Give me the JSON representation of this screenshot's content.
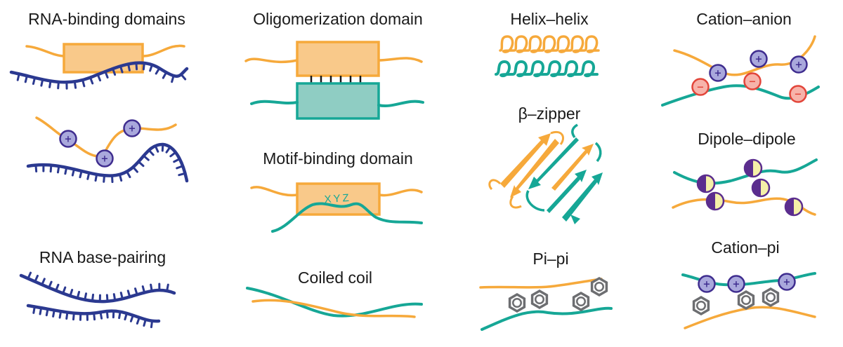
{
  "labels": {
    "rna_binding": "RNA-binding domains",
    "rna_base_pairing": "RNA base-pairing",
    "oligomerization": "Oligomerization domain",
    "motif_binding": "Motif-binding domain",
    "motif_letters": "XYZ",
    "coiled_coil": "Coiled coil",
    "helix_helix": "Helix–helix",
    "beta_zipper": "β–zipper",
    "pi_pi": "Pi–pi",
    "cation_anion": "Cation–anion",
    "dipole_dipole": "Dipole–dipole",
    "cation_pi": "Cation–pi"
  },
  "signs": {
    "plus": "+",
    "minus": "−"
  },
  "colors": {
    "orange": "#f6a93b",
    "orange_fill": "#f9c98a",
    "teal": "#16a796",
    "teal_fill": "#8fcdc3",
    "rna_blue": "#2b3990",
    "cation_fill": "#a9a8dc",
    "cation_stroke": "#3f2d8f",
    "anion_fill": "#f7b3aa",
    "anion_stroke": "#e2453a",
    "dipole_purple": "#5b2d8e",
    "dipole_yellow": "#f5f0a8",
    "ring_gray": "#6d6e71"
  }
}
